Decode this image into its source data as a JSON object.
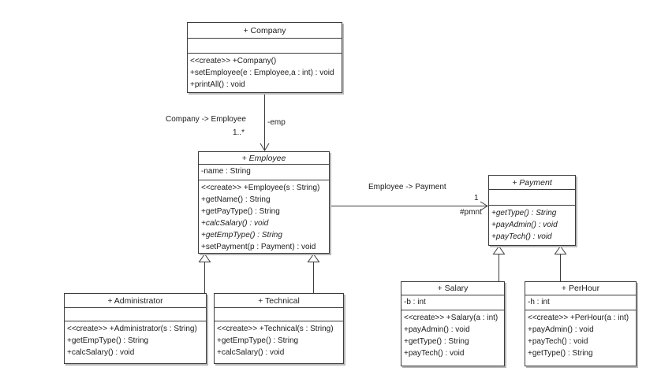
{
  "colors": {
    "box_border": "#3c3c3c",
    "box_shadow": "#b9b9b9",
    "background": "#ffffff"
  },
  "classes": {
    "company": {
      "name": "+ Company",
      "abstract": false,
      "attributes": [],
      "methods": [
        {
          "text": "<<create>> +Company()",
          "abstract": false
        },
        {
          "text": "+setEmployee(e : Employee,a : int) : void",
          "abstract": false
        },
        {
          "text": "+printAll() : void",
          "abstract": false
        }
      ]
    },
    "employee": {
      "name": "+ Employee",
      "abstract": true,
      "attributes": [
        {
          "text": "-name : String"
        }
      ],
      "methods": [
        {
          "text": "<<create>> +Employee(s : String)",
          "abstract": false
        },
        {
          "text": "+getName() : String",
          "abstract": false
        },
        {
          "text": "+getPayType() : String",
          "abstract": false
        },
        {
          "text": "+calcSalary() : void",
          "abstract": true
        },
        {
          "text": "+getEmpType() : String",
          "abstract": true
        },
        {
          "text": "+setPayment(p : Payment) : void",
          "abstract": false
        }
      ]
    },
    "payment": {
      "name": "+ Payment",
      "abstract": true,
      "attributes": [],
      "methods": [
        {
          "text": "+getType() : String",
          "abstract": true
        },
        {
          "text": "+payAdmin() : void",
          "abstract": true
        },
        {
          "text": "+payTech() : void",
          "abstract": true
        }
      ]
    },
    "administrator": {
      "name": "+ Administrator",
      "abstract": false,
      "attributes": [],
      "methods": [
        {
          "text": "<<create>> +Administrator(s : String)",
          "abstract": false
        },
        {
          "text": "+getEmpType() : String",
          "abstract": false
        },
        {
          "text": "+calcSalary() : void",
          "abstract": false
        }
      ]
    },
    "technical": {
      "name": "+ Technical",
      "abstract": false,
      "attributes": [],
      "methods": [
        {
          "text": "<<create>> +Technical(s : String)",
          "abstract": false
        },
        {
          "text": "+getEmpType() : String",
          "abstract": false
        },
        {
          "text": "+calcSalary() : void",
          "abstract": false
        }
      ]
    },
    "salary": {
      "name": "+ Salary",
      "abstract": false,
      "attributes": [
        {
          "text": "-b : int"
        }
      ],
      "methods": [
        {
          "text": "<<create>> +Salary(a : int)",
          "abstract": false
        },
        {
          "text": "+payAdmin() : void",
          "abstract": false
        },
        {
          "text": "+getType() : String",
          "abstract": false
        },
        {
          "text": "+payTech() : void",
          "abstract": false
        }
      ]
    },
    "perhour": {
      "name": "+ PerHour",
      "abstract": false,
      "attributes": [
        {
          "text": "-h : int"
        }
      ],
      "methods": [
        {
          "text": "<<create>> +PerHour(a : int)",
          "abstract": false
        },
        {
          "text": "+payAdmin() : void",
          "abstract": false
        },
        {
          "text": "+payTech() : void",
          "abstract": false
        },
        {
          "text": "+getType() : String",
          "abstract": false
        }
      ]
    }
  },
  "associations": {
    "company_employee": {
      "label": "Company -> Employee",
      "role": "-emp",
      "multiplicity": "1..*"
    },
    "employee_payment": {
      "label": "Employee -> Payment",
      "role": "#pmnt",
      "multiplicity": "1"
    }
  }
}
